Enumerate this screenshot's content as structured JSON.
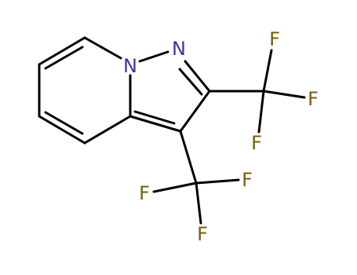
{
  "molecule": {
    "atoms": {
      "n1": {
        "symbol": "N",
        "color": "#3737a0"
      },
      "n2": {
        "symbol": "N",
        "color": "#3737a0"
      },
      "f1": {
        "symbol": "F",
        "color": "#7a5c10"
      },
      "f2": {
        "symbol": "F",
        "color": "#7a5c10"
      },
      "f3": {
        "symbol": "F",
        "color": "#7a5c10"
      },
      "f4": {
        "symbol": "F",
        "color": "#7a5c10"
      },
      "f5": {
        "symbol": "F",
        "color": "#7a5c10"
      },
      "f6": {
        "symbol": "F",
        "color": "#7a5c10"
      }
    },
    "bond_color": "#000000"
  }
}
